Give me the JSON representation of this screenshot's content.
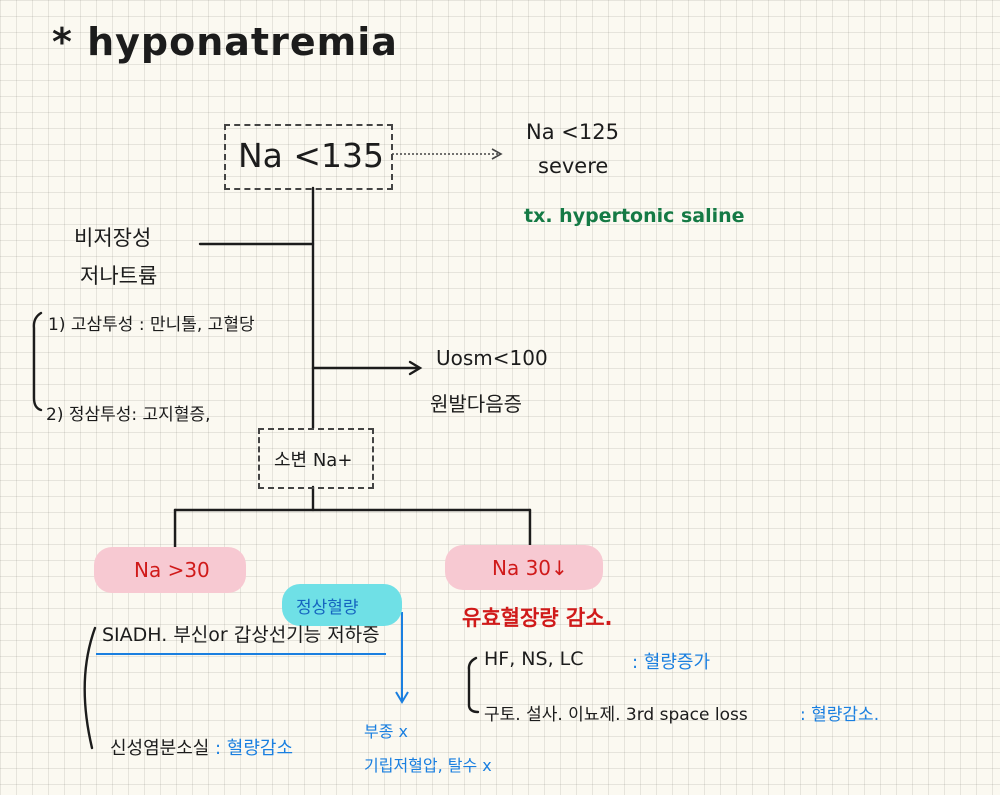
{
  "title": "* hyponatremia",
  "root": {
    "label": "Na <135"
  },
  "severe": {
    "line1": "Na <125",
    "line2": "severe",
    "tx": "tx. hypertonic saline"
  },
  "nonhypotonic": {
    "line1": "비저장성",
    "line2": "저나트륨"
  },
  "nonhypotonic_types": [
    {
      "label": "1) 고삼투성 : 만니톨, 고혈당"
    },
    {
      "label": "2) 정삼투성: 고지혈증,"
    }
  ],
  "uosm": {
    "line1": "Uosm<100",
    "line2": "원발다음증"
  },
  "urine_na": {
    "label": "소변 Na+"
  },
  "high_branch": {
    "label": "Na >30",
    "volume_tag": "정상혈량",
    "items": [
      {
        "text": "SIADH. 부신or 갑상선기능 저하증"
      },
      {
        "text": "신성염분소실",
        "note": ": 혈량감소"
      }
    ],
    "normal_volume_notes": [
      "부종 x",
      "기립저혈압, 탈수 x"
    ]
  },
  "low_branch": {
    "label": "Na 30↓",
    "subtitle": "유효혈장량 감소.",
    "items": [
      {
        "text": "HF, NS, LC",
        "note": ": 혈량증가"
      },
      {
        "text": "구토. 설사. 이뇨제. 3rd space loss",
        "note": ": 혈량감소."
      }
    ]
  },
  "colors": {
    "accent_red": "#d01a1a",
    "accent_blue": "#1a7fe0",
    "accent_green": "#157a45",
    "pill_pink": "#f7c9d2",
    "pill_cyan": "#6fe0e6"
  }
}
